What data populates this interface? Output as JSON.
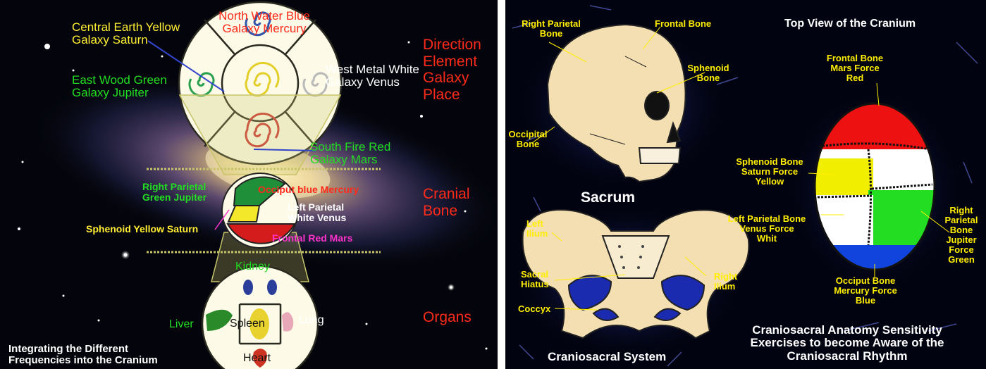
{
  "left_panel": {
    "galaxy_labels": {
      "north": "North Water Blue\nGalaxy Mercury",
      "central": "Central Earth Yellow\nGalaxy Saturn",
      "east": "East Wood Green\nGalaxy Jupiter",
      "west": "West Metal White\nGalaxy Venus",
      "south": "South Fire Red\nGalaxy Mars"
    },
    "row_headers": {
      "top": "Direction\nElement\nGalaxy\nPlace",
      "middle": "Cranial\nBone",
      "bottom": "Organs"
    },
    "cranial_labels": {
      "right_parietal": "Right Parietal\nGreen Jupiter",
      "occiput": "Occiput blue Mercury",
      "left_parietal": "Left Parietal\nWhite Venus",
      "sphenoid": "Sphenoid Yellow Saturn",
      "frontal": "Frontal Red Mars"
    },
    "organ_labels": {
      "kidney": "Kidney",
      "liver": "Liver",
      "spleen": "Spleen",
      "lung": "Lung",
      "heart": "Heart"
    },
    "caption": "Integrating the Different\nFrequencies into the Cranium",
    "colors": {
      "red_text": "#ff2a1a",
      "green_text": "#22dd22",
      "yellow_text": "#ffee33",
      "white_text": "#ffffff",
      "magenta_text": "#ff33cc",
      "frame": "#c8c46a"
    }
  },
  "right_panel": {
    "skull_labels": {
      "right_parietal": "Right Parietal\nBone",
      "frontal": "Frontal Bone",
      "sphenoid": "Sphenoid\nBone",
      "occipital": "Occipital\nBone"
    },
    "sacrum_title": "Sacrum",
    "pelvis_labels": {
      "left_ilium": "Left\nIlium",
      "sacral_hiatus": "Sacral\nHiatus",
      "coccyx": "Coccyx",
      "right_ilium": "Right\nIlium"
    },
    "system_caption": "Craniosacral System",
    "top_view": {
      "title": "Top View of the  Cranium",
      "frontal": "Frontal Bone\nMars Force\nRed",
      "sphenoid": "Sphenoid Bone\nSaturn Force\nYellow",
      "left_parietal": "Left Parietal Bone\nVenus Force\nWhit",
      "right_parietal": "Right\nParietal\nBone\nJupiter\nForce\nGreen",
      "occiput": "Occiput Bone\nMercury Force\nBlue"
    },
    "caption": "Craniosacral Anatomy Sensitivity\nExercises to become Aware of the\nCraniosacral Rhythm",
    "colors": {
      "label_yellow": "#ffee00",
      "cranium_red": "#ee1111",
      "cranium_yellow": "#f2ee00",
      "cranium_green": "#22dd22",
      "cranium_blue": "#1144dd",
      "bone": "#f4dfb2"
    }
  }
}
